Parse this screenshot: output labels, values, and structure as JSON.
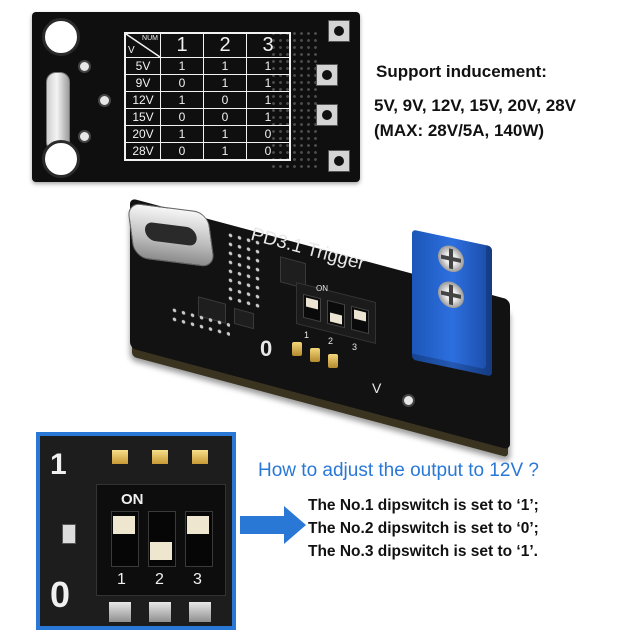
{
  "table": {
    "corner_v": "V",
    "corner_num": "NUM",
    "headers": [
      "1",
      "2",
      "3"
    ],
    "rows": [
      {
        "voltage": "5V",
        "bits": [
          "1",
          "1",
          "1"
        ]
      },
      {
        "voltage": "9V",
        "bits": [
          "0",
          "1",
          "1"
        ]
      },
      {
        "voltage": "12V",
        "bits": [
          "1",
          "0",
          "1"
        ]
      },
      {
        "voltage": "15V",
        "bits": [
          "0",
          "0",
          "1"
        ]
      },
      {
        "voltage": "20V",
        "bits": [
          "1",
          "1",
          "0"
        ]
      },
      {
        "voltage": "28V",
        "bits": [
          "0",
          "1",
          "0"
        ]
      }
    ]
  },
  "support": {
    "title": "Support inducement:",
    "voltages": "5V, 9V, 12V, 15V, 20V, 28V",
    "max": "(MAX: 28V/5A, 140W)"
  },
  "board": {
    "silk_title": "PD3.1 Trigger",
    "dip_on": "ON",
    "dip_numbers": [
      "1",
      "2",
      "3"
    ],
    "silk_zero": "0",
    "silk_v": "V"
  },
  "zoom": {
    "one": "1",
    "on": "ON",
    "numbers": [
      "1",
      "2",
      "3"
    ],
    "zero": "0"
  },
  "adjust": {
    "heading": "How to adjust the output to 12V ?",
    "steps": [
      "The No.1 dipswitch is set to ‘1’;",
      "The No.2 dipswitch is set to ‘0’;",
      "The No.3 dipswitch is set to ‘1’."
    ]
  },
  "colors": {
    "accent": "#2a78d6",
    "pcb": "#121212",
    "terminal": "#2d6fe0"
  }
}
